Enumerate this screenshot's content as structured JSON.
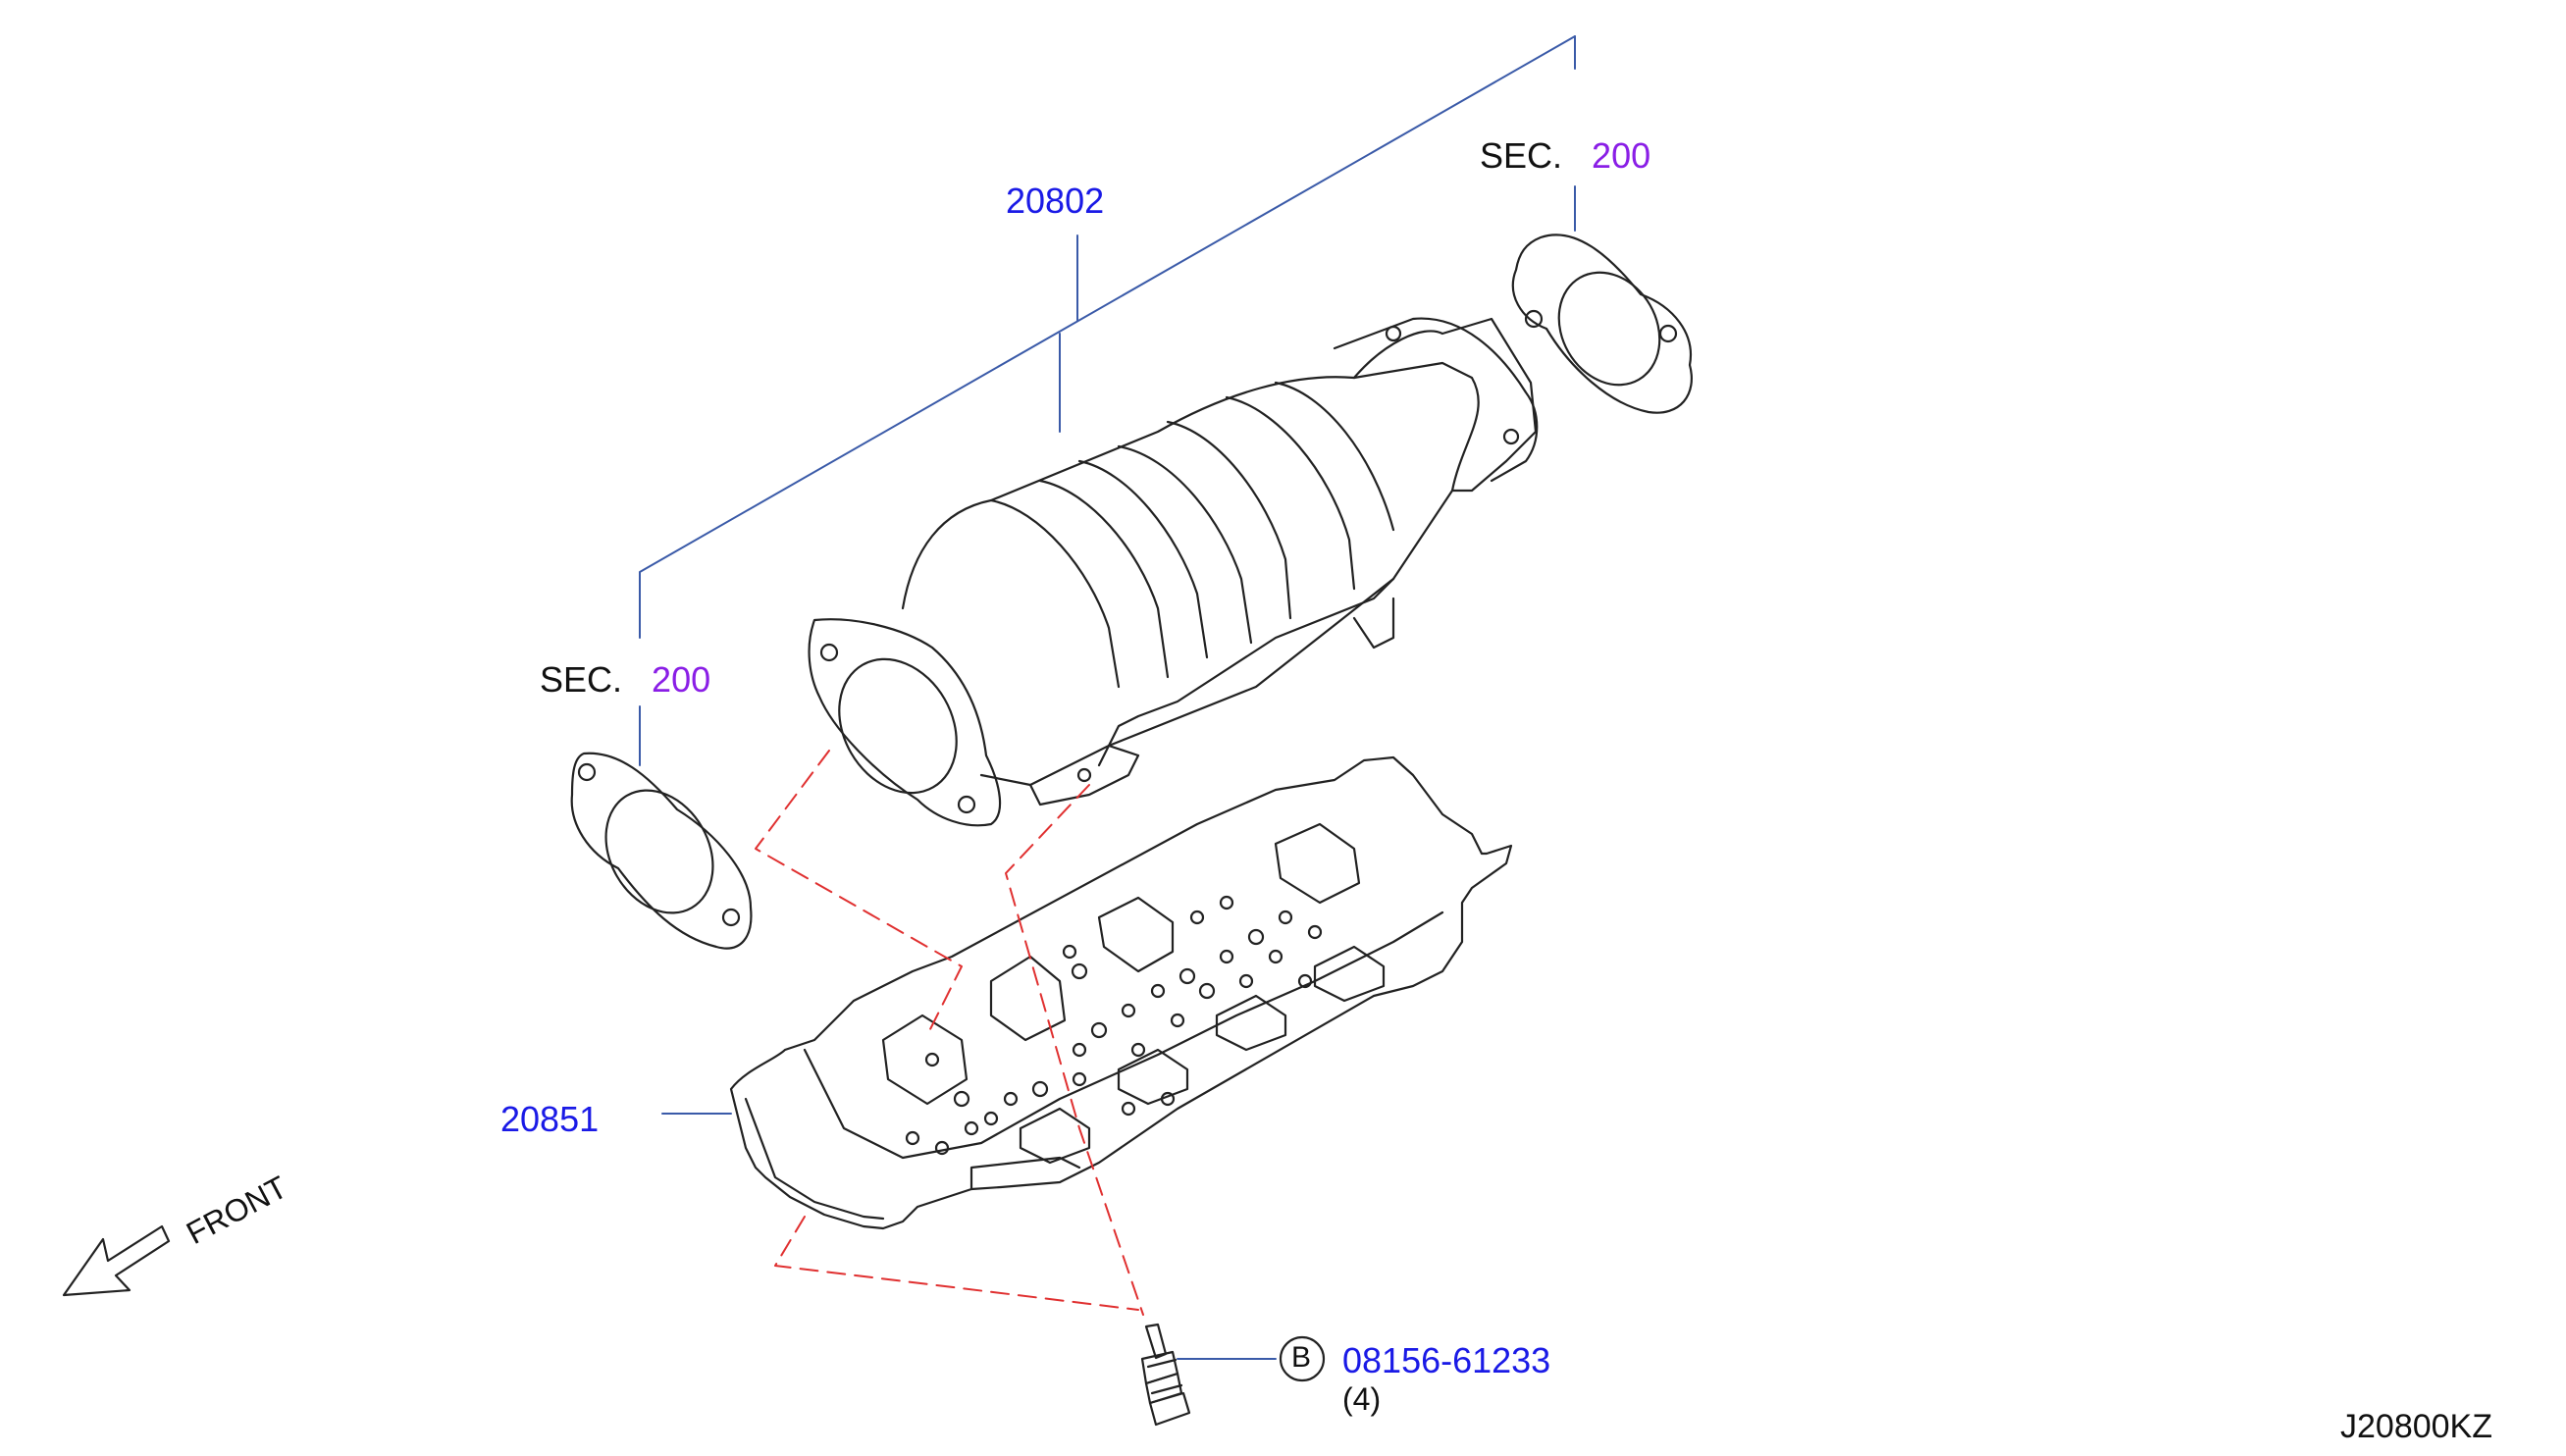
{
  "diagram": {
    "colors": {
      "part_number": "#1a1ae6",
      "section_number": "#8a1ee6",
      "leader_line": "#3a5aa8",
      "dashed_line": "#e03030",
      "drawing": "#222222"
    },
    "labels": {
      "part_converter": "20802",
      "part_heat_shield": "20851",
      "bolt_part": "08156-61233",
      "bolt_qty": "(4)",
      "bolt_callout": "B",
      "sec_top_prefix": "SEC.",
      "sec_top_number": "200",
      "sec_left_prefix": "SEC.",
      "sec_left_number": "200",
      "front": "FRONT",
      "diagram_code": "J20800KZ"
    },
    "icons": {
      "front_arrow": "front-arrow-icon",
      "callout_circle": "callout-circle-icon"
    }
  }
}
